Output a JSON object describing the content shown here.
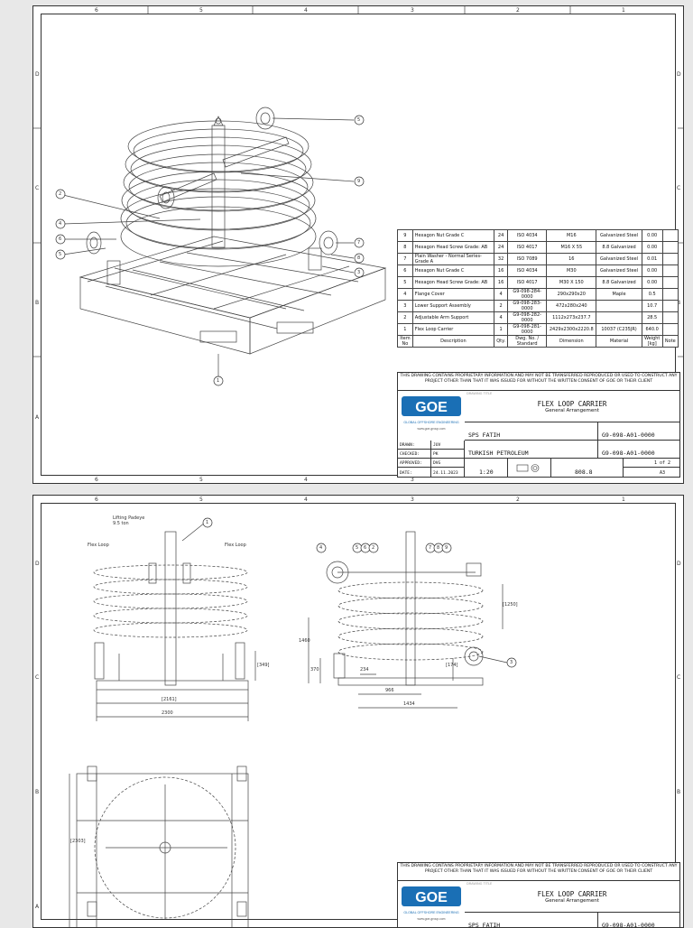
{
  "zones": {
    "columns": [
      "6",
      "5",
      "4",
      "3",
      "2",
      "1"
    ],
    "rows": [
      "D",
      "C",
      "B",
      "A"
    ]
  },
  "sheet1": {
    "balloons": [
      "2",
      "4",
      "6",
      "5",
      "9",
      "5",
      "7",
      "8",
      "3",
      "1"
    ]
  },
  "bom": {
    "headers": [
      "Item No",
      "Description",
      "Qty.",
      "Dwg. No. / Standard",
      "Dimension",
      "Material",
      "Weight [kg]",
      "Note"
    ],
    "rows": [
      {
        "item": "9",
        "desc": "Hexagon Nut Grade C",
        "qty": "24",
        "dwg": "ISO 4034",
        "dim": "M16",
        "mat": "Galvanized Steel",
        "wt": "0.00",
        "note": ""
      },
      {
        "item": "8",
        "desc": "Hexagon Head Screw Grade: AB",
        "qty": "24",
        "dwg": "ISO 4017",
        "dim": "M16 X 55",
        "mat": "8.8 Galvanized",
        "wt": "0.00",
        "note": ""
      },
      {
        "item": "7",
        "desc": "Plain Washer - Normal Series- Grade A",
        "qty": "32",
        "dwg": "ISO 7089",
        "dim": "16",
        "mat": "Galvanized Steel",
        "wt": "0.01",
        "note": ""
      },
      {
        "item": "6",
        "desc": "Hexagon Nut Grade C",
        "qty": "16",
        "dwg": "ISO 4034",
        "dim": "M30",
        "mat": "Galvanized Steel",
        "wt": "0.00",
        "note": ""
      },
      {
        "item": "5",
        "desc": "Hexagon Head Screw Grade: AB",
        "qty": "16",
        "dwg": "ISO 4017",
        "dim": "M30 X 150",
        "mat": "8.8 Galvanized",
        "wt": "0.00",
        "note": ""
      },
      {
        "item": "4",
        "desc": "Flange Cover",
        "qty": "4",
        "dwg": "G9-098-284-0000",
        "dim": "290x290x20",
        "mat": "Maple",
        "wt": "0.5",
        "note": ""
      },
      {
        "item": "3",
        "desc": "Lower Support Assembly",
        "qty": "2",
        "dwg": "G9-098-283-0000",
        "dim": "472x280x240",
        "mat": "",
        "wt": "10.7",
        "note": ""
      },
      {
        "item": "2",
        "desc": "Adjustable Arm Support",
        "qty": "4",
        "dwg": "G9-098-282-0000",
        "dim": "1112x273x237.7",
        "mat": "",
        "wt": "28.5",
        "note": ""
      },
      {
        "item": "1",
        "desc": "Flex Loop Carrier",
        "qty": "1",
        "dwg": "G9-098-281-0000",
        "dim": "2429x2300x2220.8",
        "mat": "10037 (C235JR)",
        "wt": "640.0",
        "note": ""
      }
    ]
  },
  "title_block": {
    "proprietary": "THIS DRAWING CONTAINS PROPRIETARY INFORMATION AND MAY NOT BE TRANSFERRED REPRODUCED OR USED TO CONSTRUCT ANY PROJECT OTHER THAN THAT IT WAS ISSUED FOR WITHOUT THE WRITTEN CONSENT OF GOE OR THEIR CLIENT",
    "logo_text": "GOE",
    "company": "GLOBAL OFFSHORE ENGINEERING",
    "website": "www.goe-group.com",
    "drawing_title_label": "DRAWING TITLE",
    "title": "FLEX LOOP CARRIER",
    "subtitle": "General Arrangement",
    "project": "SPS FATIH",
    "client": "TURKISH PETROLEUM",
    "drawing_no": "G9-098-A01-0000",
    "reference_no": "G9-098-A01-0000",
    "drawn_label": "DRAWN:",
    "drawn": "JUV",
    "checked_label": "CHECKED:",
    "checked": "PK",
    "approved_label": "APPROVED:",
    "approved": "DVG",
    "date_label": "DATE:",
    "date": "24.11.2023",
    "scale": "1:20",
    "weight": "808.8",
    "sheet": "1 of 2",
    "size": "A3"
  },
  "sheet2": {
    "lifting_padeye": "Lifting Padeye",
    "swl": "9.5 ton",
    "flex_loop_left": "Flex Loop",
    "flex_loop_right": "Flex Loop",
    "dim_2161": "[2161]",
    "dim_2300": "2300",
    "dim_1460": "1460",
    "dim_1250": "[1250]",
    "dim_370": "370",
    "dim_234": "234",
    "dim_174": "[174]",
    "dim_966": "966",
    "dim_1434": "1434",
    "dim_349": "[349]",
    "dim_2303": "[2303]",
    "balloons_side": [
      "1"
    ],
    "balloons_front": [
      "4",
      "5",
      "6",
      "2",
      "7",
      "8",
      "9",
      "3"
    ]
  }
}
